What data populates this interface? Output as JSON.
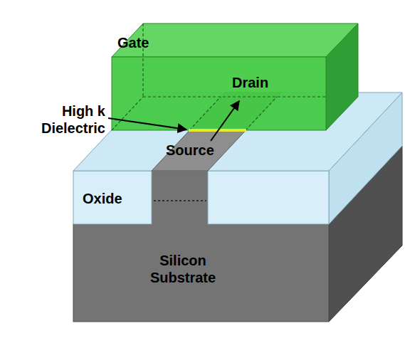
{
  "diagram": {
    "nodes": [
      {
        "text": [
          "Gate"
        ]
      },
      {
        "text": [
          "Oxide"
        ]
      },
      {
        "text": [
          "Silicon Substrate"
        ]
      }
    ],
    "labels": [
      "Drain",
      "High k Dielectric",
      "Source"
    ]
  }
}
